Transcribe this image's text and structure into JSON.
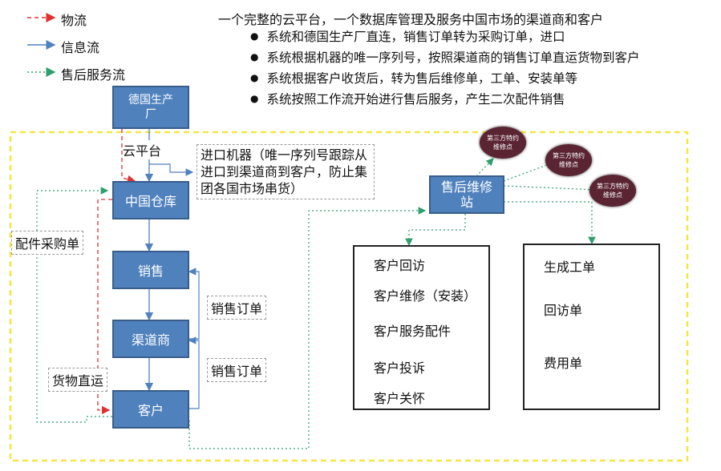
{
  "legend": [
    {
      "label": "物流",
      "color": "#e03030",
      "style": "dashed"
    },
    {
      "label": "信息流",
      "color": "#4f81bd",
      "style": "solid"
    },
    {
      "label": "售后服务流",
      "color": "#2e9e6e",
      "style": "dotted"
    }
  ],
  "header": {
    "title": "一个完整的云平台，一个数据库管理及服务中国市场的渠道商和客户",
    "bullets": [
      "系统和德国生产厂直连，销售订单转为采购订单，进口",
      "系统根据机器的唯一序列号，按照渠道商的销售订单直运货物到客户",
      "系统根据客户收货后，转为售后维修单，工单、安装单等",
      "系统按照工作流开始进行售后服务，产生二次配件销售"
    ]
  },
  "nodes": {
    "germany_factory": "德国生产厂",
    "china_warehouse": "中国仓库",
    "sales": "销售",
    "dealer": "渠道商",
    "customer": "客户",
    "service_station": "售后维修站"
  },
  "labels": {
    "cloud": "云平台",
    "import_note": "进口机器（唯一序列号跟踪从进口到渠道商到客户，防止集团各国市场串货）",
    "parts_po": "配件采购单",
    "sales_order_1": "销售订单",
    "sales_order_2": "销售订单",
    "direct_ship": "货物直运"
  },
  "third_party": [
    "第三方特约维修点",
    "第三方特约维修点",
    "第三方特约维修点"
  ],
  "panels": {
    "left": [
      "客户回访",
      "客户维修（安装）",
      "客户服务配件",
      "客户投诉",
      "客户关怀"
    ],
    "right": [
      "生成工单",
      "回访单",
      "费用单"
    ]
  },
  "colors": {
    "box_fill": "#4f81bd",
    "cloud_border": "#f5e642",
    "oval_fill": "#5a2433"
  }
}
